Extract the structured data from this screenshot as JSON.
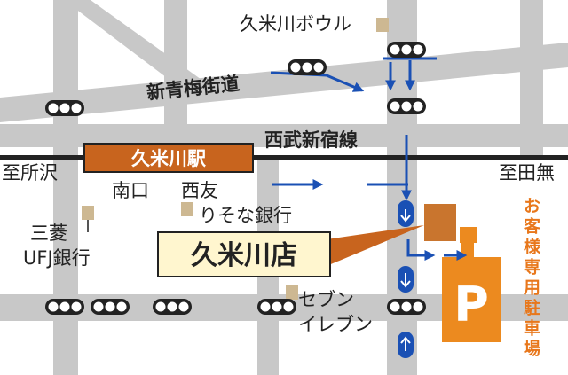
{
  "colors": {
    "road": "#c8c8c8",
    "railway": "#222222",
    "station": "#c8641e",
    "arrow": "#1a50b4",
    "shop": "#c9752e",
    "parking": "#ec8a1f",
    "landmark": "#cdb892",
    "callout_fill": "#fff6cf",
    "signal_body": "#222222",
    "signal_lamp": "#ffffff"
  },
  "labels": {
    "bowling": "久米川ボウル",
    "shin_ome": "新青梅街道",
    "station": "久米川駅",
    "seibu_line": "西武新宿線",
    "to_tokorozawa": "至所沢",
    "to_tanashi": "至田無",
    "south_exit": "南口",
    "resona_line1": "西友",
    "resona_line2": "りそな銀行",
    "ufj_line1": "三菱",
    "ufj_line2": "UFJ銀行",
    "shop": "久米川店",
    "seven_line1": "セブン",
    "seven_line2": "イレブン",
    "parking_mark": "P",
    "parking_vertical": "お客様専用駐車場"
  },
  "icons": {
    "traffic_signal": "traffic-light-icon",
    "direction_arrow": "arrow-icon",
    "parking": "parking-icon",
    "landmark": "building-marker-icon"
  }
}
